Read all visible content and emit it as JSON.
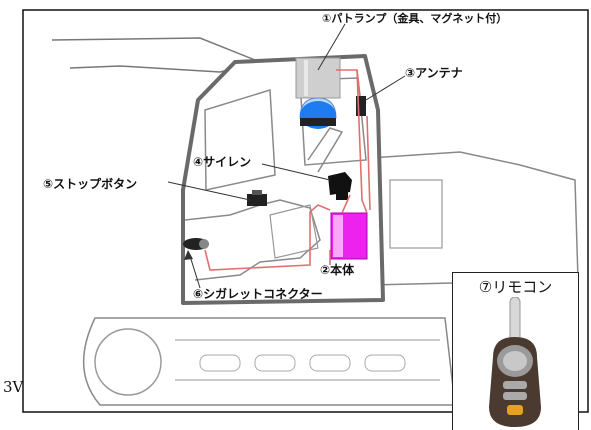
{
  "labels": {
    "patlamp": "①パトランプ（金具、マグネット付）",
    "antenna": "③アンテナ",
    "siren": "④サイレン",
    "stop_button": "⑤ストップボタン",
    "main_unit": "②本体",
    "cigarette_connector": "⑥シガレットコネクター",
    "remote": "⑦リモコン"
  },
  "corner_text": "3V",
  "colors": {
    "outline": "#6a6a6a",
    "wiring": "#e07070",
    "main_unit": "#ee22ee",
    "lamp_blue": "#1e7bf0"
  }
}
